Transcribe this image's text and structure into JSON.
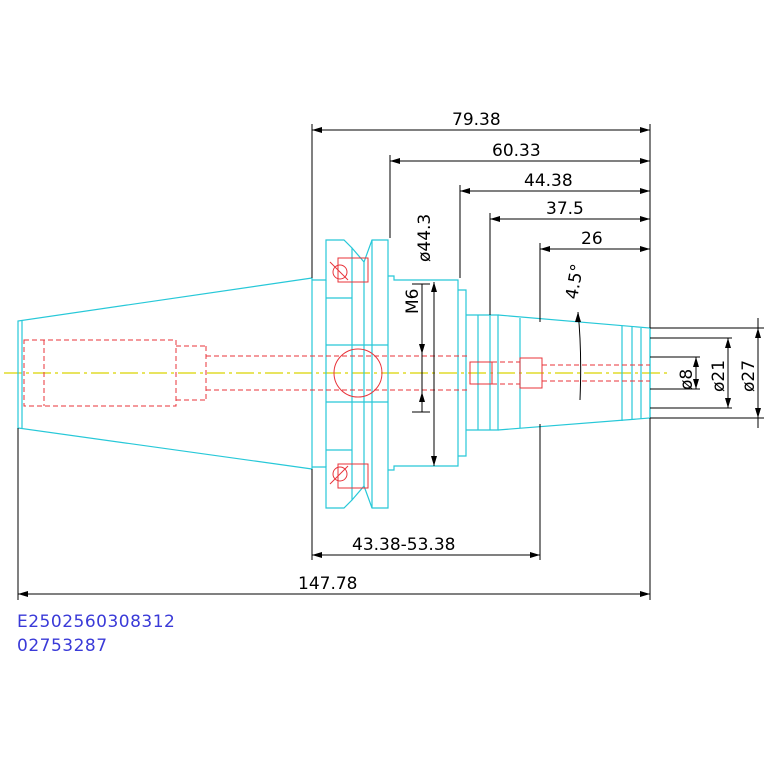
{
  "dimensions": {
    "overall_length": "147.78",
    "length_79": "79.38",
    "length_60": "60.33",
    "length_44": "44.38",
    "length_37": "37.5",
    "length_26": "26",
    "range_length": "43.38-53.38",
    "diameter_44": "ø44.3",
    "thread": "M6",
    "angle": "4.5°",
    "diameter_8": "ø8",
    "diameter_21": "ø21",
    "diameter_27": "ø27"
  },
  "codes": {
    "line1": "E2502560308312",
    "line2": "02753287"
  },
  "colors": {
    "body": "#27c8d8",
    "hidden": "#e8333a",
    "centerline": "#d9d400",
    "dimension": "#000000",
    "code_text": "#3a3ad8"
  }
}
